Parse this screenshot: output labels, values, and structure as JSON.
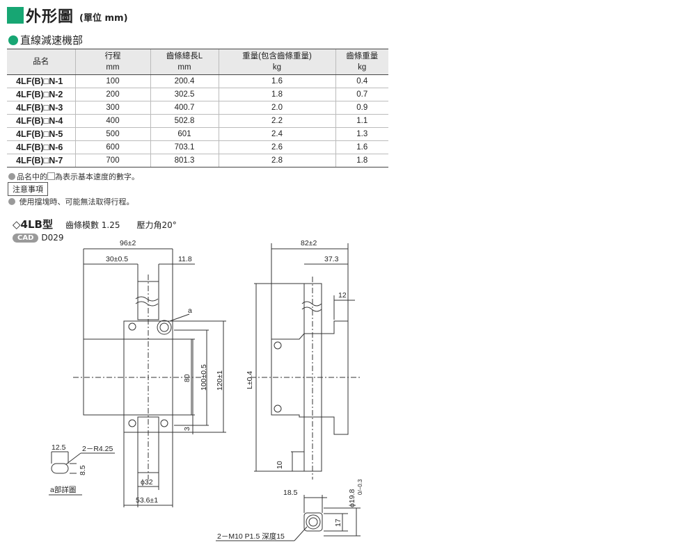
{
  "header": {
    "title": "外形圖",
    "unit": "(單位 mm)"
  },
  "section": {
    "title": "直線減速機部"
  },
  "table": {
    "headers": [
      {
        "line1": "品名",
        "line2": ""
      },
      {
        "line1": "行程",
        "line2": "mm"
      },
      {
        "line1": "齒條總長L",
        "line2": "mm"
      },
      {
        "line1": "重量(包含齒條重量)",
        "line2": "kg"
      },
      {
        "line1": "齒條重量",
        "line2": "kg"
      }
    ],
    "rows": [
      [
        "4LF(B)□N-1",
        "100",
        "200.4",
        "1.6",
        "0.4"
      ],
      [
        "4LF(B)□N-2",
        "200",
        "302.5",
        "1.8",
        "0.7"
      ],
      [
        "4LF(B)□N-3",
        "300",
        "400.7",
        "2.0",
        "0.9"
      ],
      [
        "4LF(B)□N-4",
        "400",
        "502.8",
        "2.2",
        "1.1"
      ],
      [
        "4LF(B)□N-5",
        "500",
        "601",
        "2.4",
        "1.3"
      ],
      [
        "4LF(B)□N-6",
        "600",
        "703.1",
        "2.6",
        "1.6"
      ],
      [
        "4LF(B)□N-7",
        "700",
        "801.3",
        "2.8",
        "1.8"
      ]
    ]
  },
  "notes": {
    "model_note_a": "品名中的",
    "model_note_b": "為表示基本速度的數字。",
    "caution_label": "注意事項",
    "caution_text": "使用擋塊時、可能無法取得行程。"
  },
  "model": {
    "name": "◇4LB型",
    "module": "齒條模數 1.25",
    "pressure": "壓力角20°"
  },
  "cad": {
    "badge": "CAD",
    "code": "D029"
  },
  "dimensions": {
    "d96": "96±2",
    "d30": "30±0.5",
    "d11_8": "11.8",
    "a": "a",
    "d80": "80",
    "d100": "100±0.5",
    "d120": "120±1",
    "d3": "3",
    "phi32": "ϕ32",
    "d53_6": "53.6±1",
    "d12_5": "12.5",
    "r425": "2－R4.25",
    "d8_5": "8.5",
    "a_detail": "a部詳圖",
    "d82": "82±2",
    "d37_3": "37.3",
    "d12": "12",
    "L": "L±0.4",
    "d10": "10",
    "d18_5": "18.5",
    "phi19_8": "ϕ19.8",
    "tol19_8": "0/−0.3",
    "d17": "17",
    "m10": "2－M10 P1.5 深度15"
  },
  "colors": {
    "accent": "#17a673",
    "bullet_gray": "#9a9a9a"
  }
}
